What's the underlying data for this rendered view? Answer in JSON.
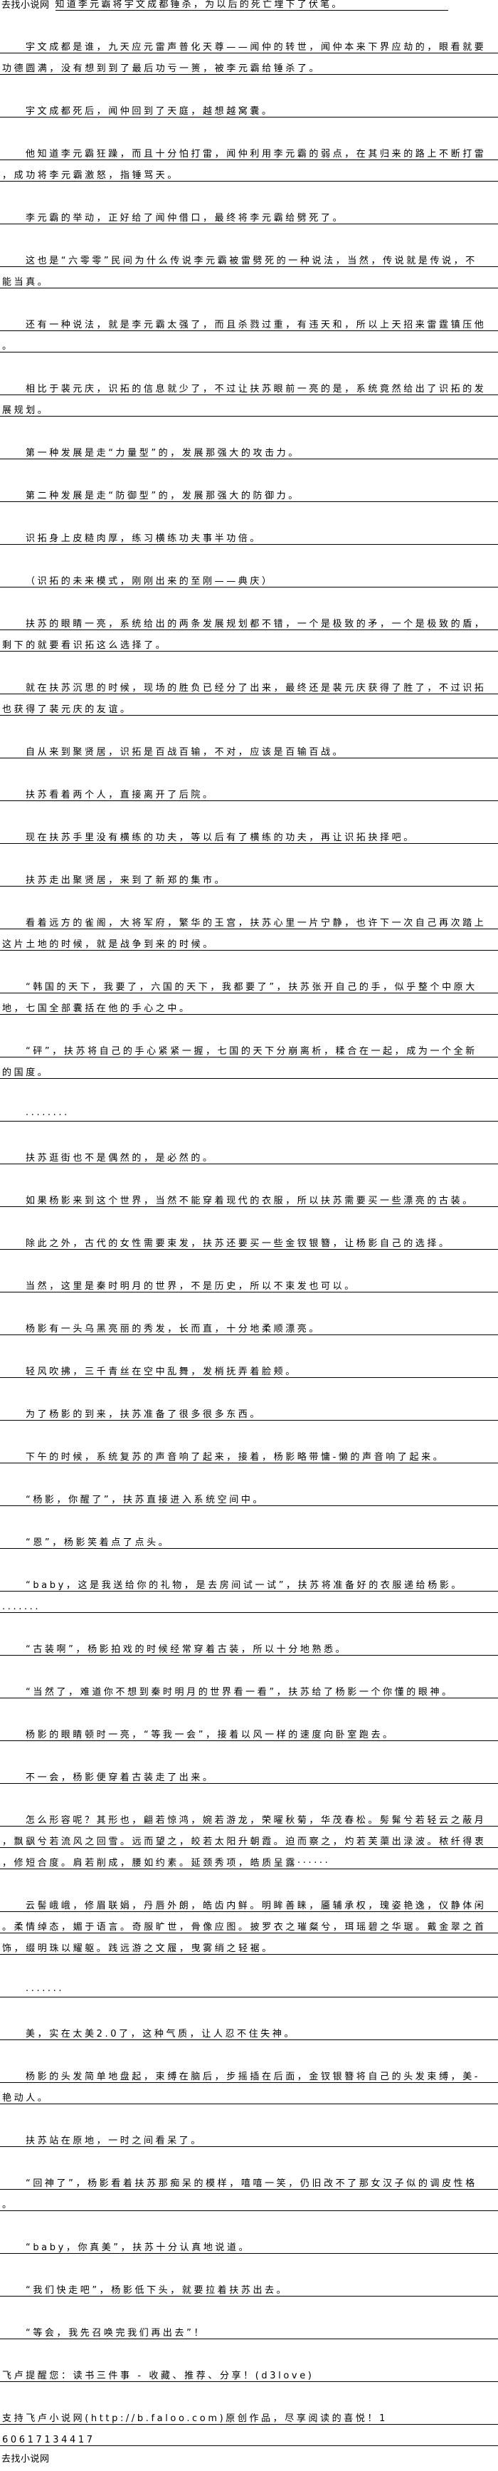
{
  "header": {
    "site_name": "去找小说网",
    "cut_line": "知道李元霸将宇文成都锤杀，为以后的死亡埋下了伏笔。"
  },
  "paragraphs": [
    {
      "indent": true,
      "lines": [
        "宇文成都是谁，九天应元雷声普化天尊——闻仲的转世，闻仲本来下界应劫的，眼看就要",
        "功德圆满，没有想到到了最后功亏一篑，被李元霸给锤杀了。"
      ]
    },
    {
      "indent": true,
      "lines": [
        "宇文成都死后，闻仲回到了天庭，越想越窝囊。"
      ]
    },
    {
      "indent": true,
      "lines": [
        "他知道李元霸狂躁，而且十分怕打雷，闻仲利用李元霸的弱点，在其归来的路上不断打雷",
        "，成功将李元霸激怒，指锤骂天。"
      ]
    },
    {
      "indent": true,
      "lines": [
        "李元霸的举动，正好给了闻仲借口，最终将李元霸给劈死了。"
      ]
    },
    {
      "indent": true,
      "lines": [
        "这也是“六零零”民间为什么传说李元霸被雷劈死的一种说法，当然，传说就是传说，不",
        "能当真。"
      ]
    },
    {
      "indent": true,
      "lines": [
        "还有一种说法，就是李元霸太强了，而且杀戮过重，有违天和，所以上天招来雷霆镇压他",
        "。"
      ]
    },
    {
      "indent": true,
      "lines": [
        "相比于裴元庆，识拓的信息就少了，不过让扶苏眼前一亮的是，系统竟然给出了识拓的发",
        "展规划。"
      ]
    },
    {
      "indent": true,
      "lines": [
        "第一种发展是走“力量型”的，发展那强大的攻击力。"
      ]
    },
    {
      "indent": true,
      "lines": [
        "第二种发展是走“防御型”的，发展那强大的防御力。"
      ]
    },
    {
      "indent": true,
      "lines": [
        "识拓身上皮糙肉厚，练习横练功夫事半功倍。"
      ]
    },
    {
      "indent": true,
      "lines": [
        "（识拓的未来模式，刚刚出来的至刚——典庆）"
      ]
    },
    {
      "indent": true,
      "lines": [
        "扶苏的眼睛一亮，系统给出的两条发展规划都不错，一个是极致的矛，一个是极致的盾，",
        "剩下的就要看识拓这么选择了。"
      ]
    },
    {
      "indent": true,
      "lines": [
        "就在扶苏沉思的时候，现场的胜负已经分了出来，最终还是裴元庆获得了胜了，不过识拓",
        "也获得了裴元庆的友谊。"
      ]
    },
    {
      "indent": true,
      "lines": [
        "自从来到聚贤居，识拓是百战百输，不对，应该是百输百战。"
      ]
    },
    {
      "indent": true,
      "lines": [
        "扶苏看着两个人，直接离开了后院。"
      ]
    },
    {
      "indent": true,
      "lines": [
        "现在扶苏手里没有横练的功夫，等以后有了横练的功夫，再让识拓抉择吧。"
      ]
    },
    {
      "indent": true,
      "lines": [
        "扶苏走出聚贤居，来到了新郑的集市。"
      ]
    },
    {
      "indent": true,
      "lines": [
        "看着远方的雀阁，大将军府，繁华的王宫，扶苏心里一片宁静，也许下一次自己再次踏上",
        "这片土地的时候，就是战争到来的时候。"
      ]
    },
    {
      "indent": true,
      "lines": [
        "“韩国的天下，我要了，六国的天下，我都要了”，扶苏张开自己的手，似乎整个中原大",
        "地，七国全部囊括在他的手心之中。"
      ]
    },
    {
      "indent": true,
      "lines": [
        "“砰”，扶苏将自己的手心紧紧一握，七国的天下分崩离析，糅合在一起，成为一个全新",
        "的国度。"
      ]
    },
    {
      "indent": true,
      "lines": [
        "········"
      ]
    },
    {
      "indent": true,
      "lines": [
        "扶苏逛街也不是偶然的，是必然的。"
      ]
    },
    {
      "indent": true,
      "lines": [
        "如果杨影来到这个世界，当然不能穿着现代的衣服，所以扶苏需要买一些漂亮的古装。"
      ]
    },
    {
      "indent": true,
      "lines": [
        "除此之外，古代的女性需要束发，扶苏还要买一些金钗银簪，让杨影自己的选择。"
      ]
    },
    {
      "indent": true,
      "lines": [
        "当然，这里是秦时明月的世界，不是历史，所以不束发也可以。"
      ]
    },
    {
      "indent": true,
      "lines": [
        "杨影有一头乌黑亮丽的秀发，长而直，十分地柔顺漂亮。"
      ]
    },
    {
      "indent": true,
      "lines": [
        "轻风吹拂，三千青丝在空中乱舞，发梢抚弄着脸颊。"
      ]
    },
    {
      "indent": true,
      "lines": [
        "为了杨影的到来，扶苏准备了很多很多东西。"
      ]
    },
    {
      "indent": true,
      "lines": [
        "下午的时候，系统复苏的声音响了起来，接着，杨影略带慵-懒的声音响了起来。"
      ]
    },
    {
      "indent": true,
      "lines": [
        "“杨影，你醒了”，扶苏直接进入系统空间中。"
      ]
    },
    {
      "indent": true,
      "lines": [
        "“恩”，杨影笑着点了点头。"
      ]
    },
    {
      "indent": true,
      "lines": [
        "“baby，这是我送给你的礼物，是去房间试一试”，扶苏将准备好的衣服递给杨影。",
        "......."
      ]
    },
    {
      "indent": true,
      "lines": [
        "“古装啊”，杨影拍戏的时候经常穿着古装，所以十分地熟悉。"
      ]
    },
    {
      "indent": true,
      "lines": [
        "“当然了，难道你不想到秦时明月的世界看一看”，扶苏给了杨影一个你懂的眼神。"
      ]
    },
    {
      "indent": true,
      "lines": [
        "杨影的眼睛顿时一亮，“等我一会”，接着以风一样的速度向卧室跑去。"
      ]
    },
    {
      "indent": true,
      "lines": [
        "不一会，杨影便穿着古装走了出来。"
      ]
    },
    {
      "indent": true,
      "lines": [
        "怎么形容呢？其形也，翩若惊鸿，婉若游龙，荣曜秋菊，华茂春松。髣髴兮若轻云之蔽月",
        "，飘飖兮若流风之回雪。远而望之，皎若太阳升朝霞。迫而察之，灼若芙蕖出渌波。秾纤得衷",
        "，修短合度。肩若削成，腰如约素。延颈秀项，皓质呈露······"
      ]
    },
    {
      "indent": true,
      "lines": [
        "云髻峨峨，修眉联娟，丹唇外朗，皓齿内鲜。明眸善睐，靥辅承权，瑰姿艳逸，仪静体闲",
        "。柔情绰态，媚于语言。奇服旷世，骨像应图。披罗衣之璀粲兮，珥瑶碧之华琚。戴金翠之首",
        "饰，缀明珠以耀躯。践远游之文履，曳雾绡之轻裾。"
      ]
    },
    {
      "indent": true,
      "lines": [
        "·······"
      ]
    },
    {
      "indent": true,
      "lines": [
        "美，实在太美2.0了，这种气质，让人忍不住失神。"
      ]
    },
    {
      "indent": true,
      "lines": [
        "杨影的头发简单地盘起，束缚在脑后，步摇插在后面，金钗银簪将自己的头发束缚，美-",
        "艳动人。"
      ]
    },
    {
      "indent": true,
      "lines": [
        "扶苏站在原地，一时之间看呆了。"
      ]
    },
    {
      "indent": true,
      "lines": [
        "“回神了”，杨影看着扶苏那痴呆的模样，嘻嘻一笑，仍旧改不了那女汉子似的调皮性格",
        "。"
      ]
    },
    {
      "indent": true,
      "lines": [
        "“baby，你真美”，扶苏十分认真地说道。"
      ]
    },
    {
      "indent": true,
      "lines": [
        "“我们快走吧”，杨影低下头，就要拉着扶苏出去。"
      ]
    },
    {
      "indent": true,
      "lines": [
        "“等会，我先召唤完我们再出去”！"
      ]
    },
    {
      "indent": false,
      "lines": [
        "飞卢提醒您：读书三件事 - 收藏、推荐、分享！(d3love)"
      ]
    },
    {
      "indent": false,
      "tight": true,
      "lines": [
        "支持飞卢小说网(http://b.faloo.com)原创作品，尽享阅读的喜悦！1",
        "60617134417"
      ]
    }
  ],
  "footer": {
    "site_name": "去找小说网"
  }
}
